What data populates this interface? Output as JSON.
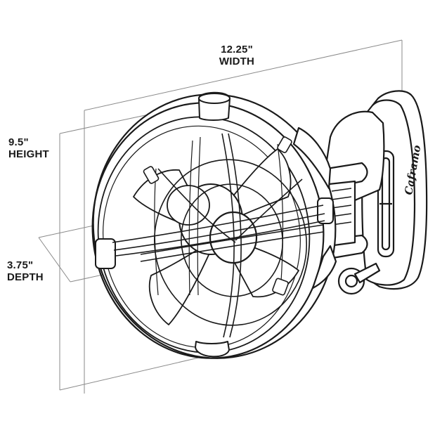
{
  "dimensions": {
    "width": {
      "value": "12.25\"",
      "label": "WIDTH"
    },
    "height": {
      "value": "9.5\"",
      "label": "HEIGHT"
    },
    "depth": {
      "value": "3.75\"",
      "label": "DEPTH"
    }
  },
  "brand": "Caframo",
  "colors": {
    "line": "#1a1a1a",
    "ghost": "#8a8a8a",
    "fill": "#ffffff"
  }
}
